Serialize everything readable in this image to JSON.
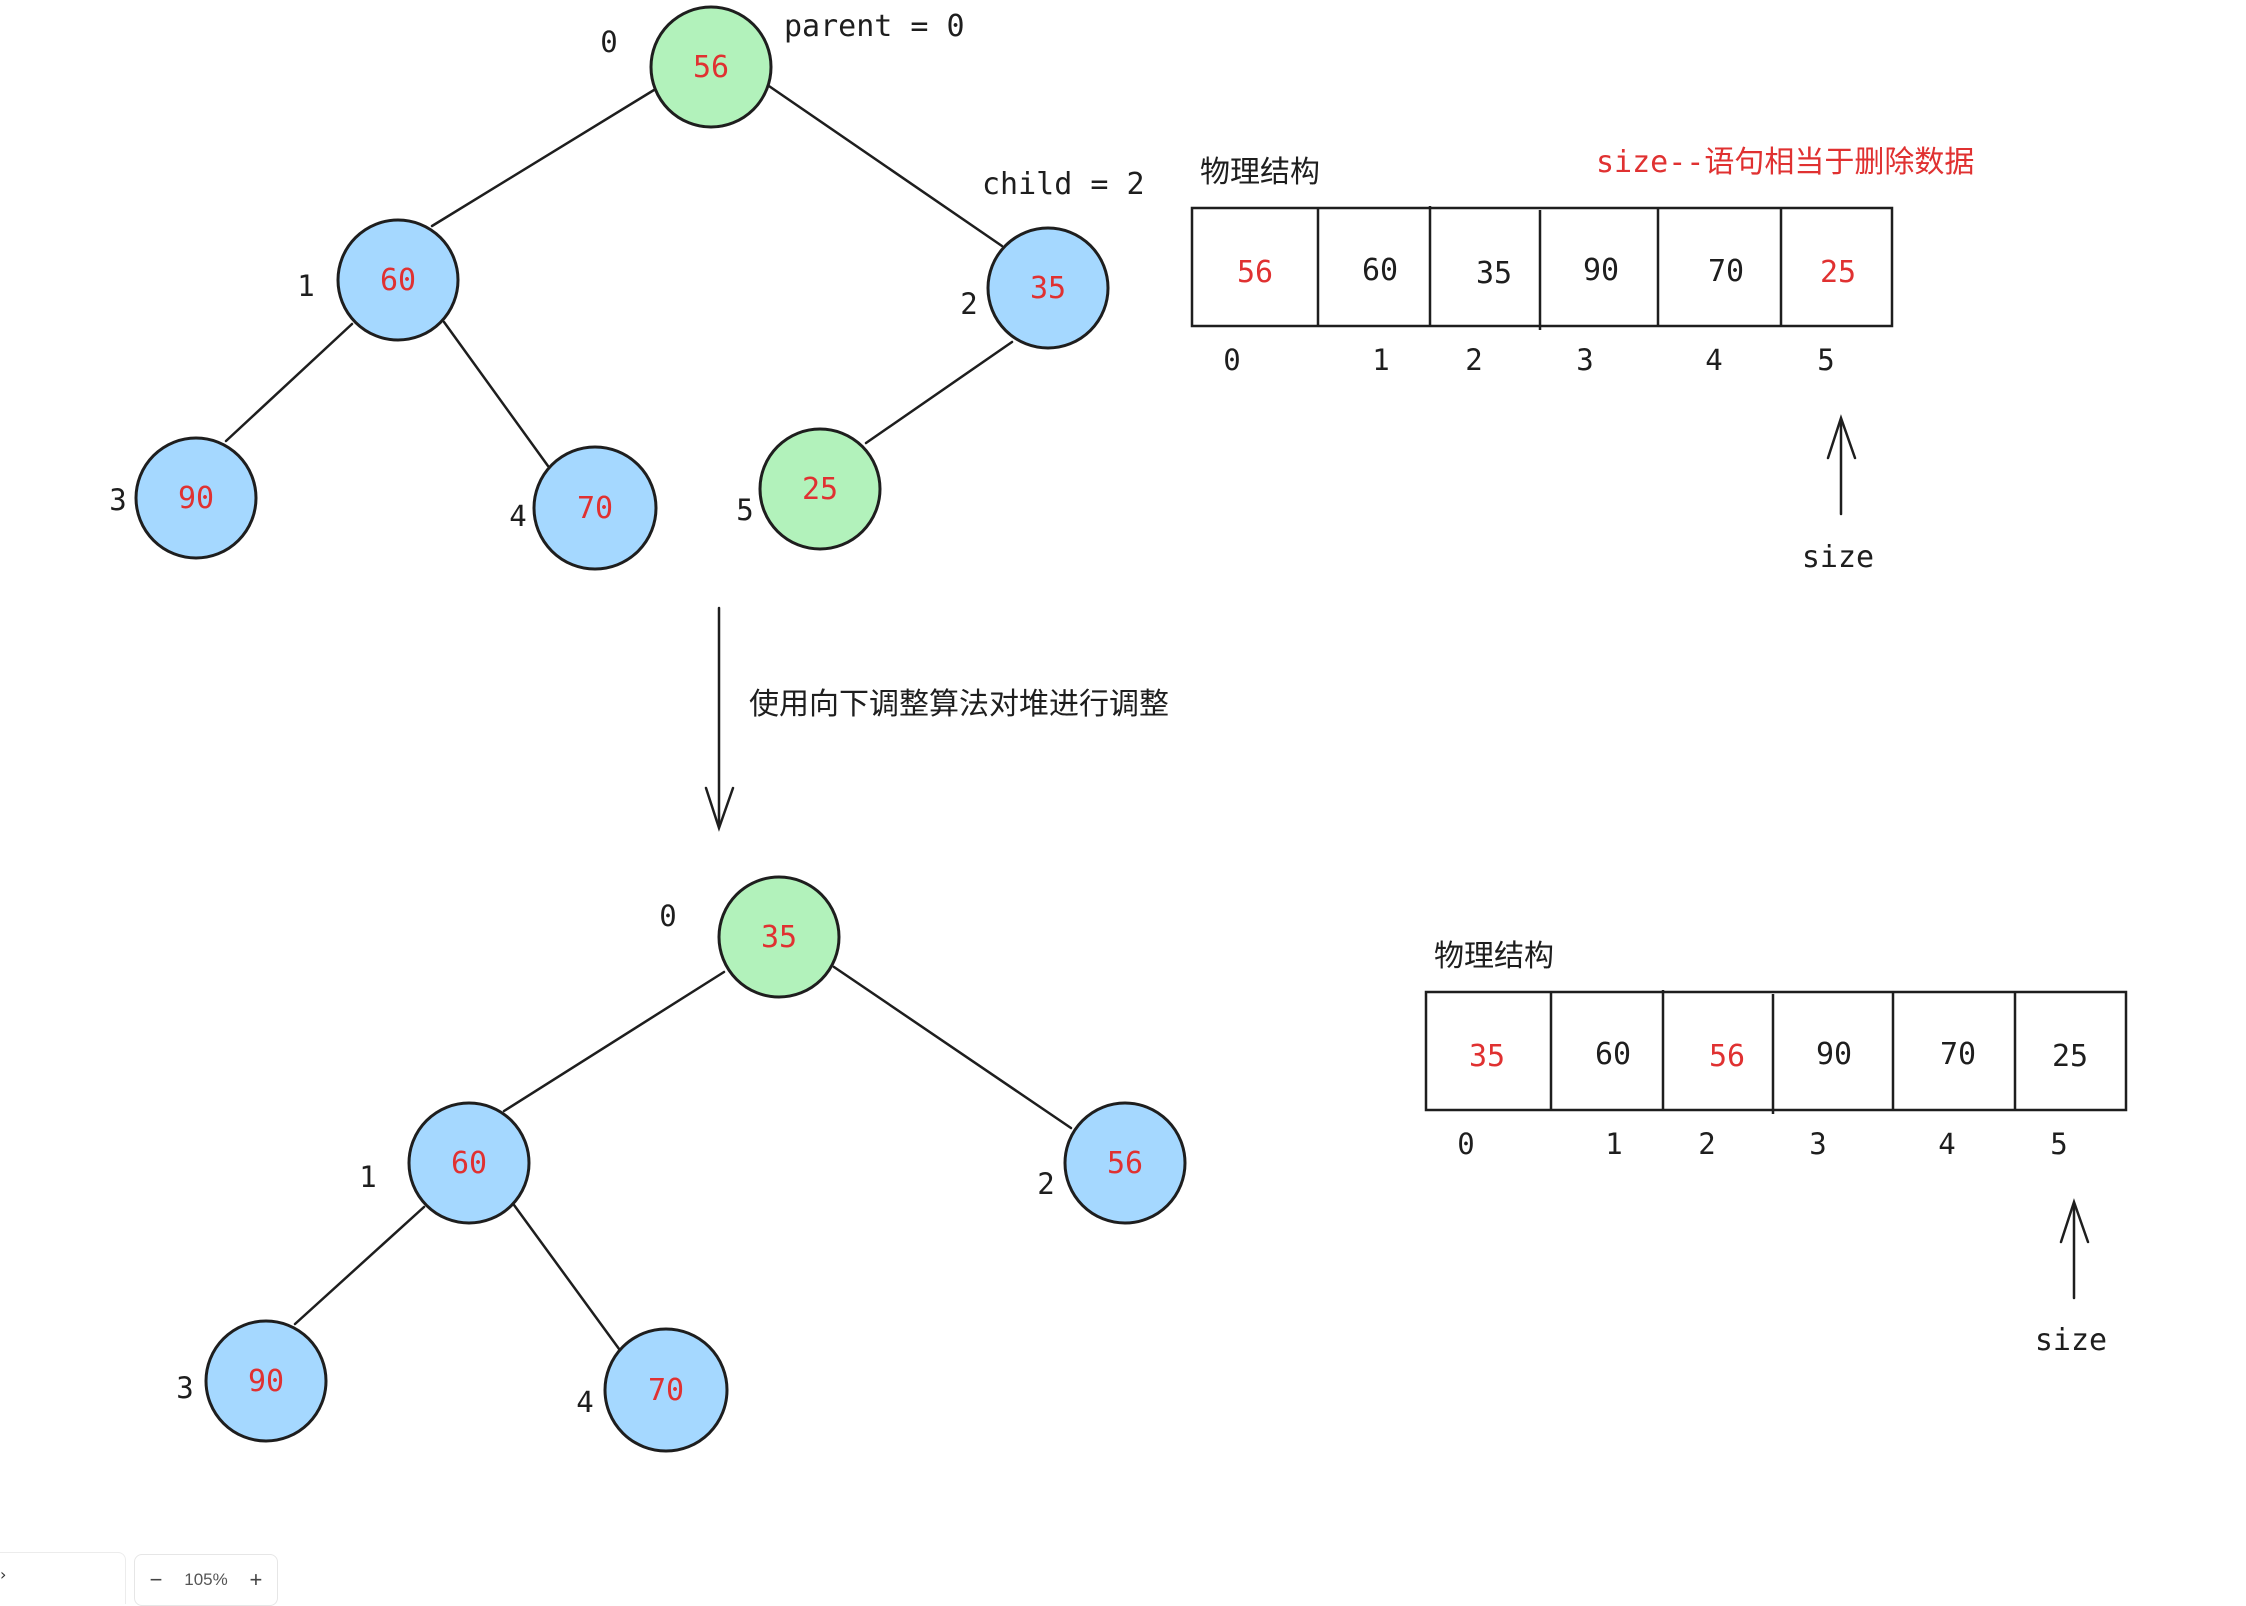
{
  "colors": {
    "green_fill": "#b2f2bb",
    "blue_fill": "#a5d8ff",
    "red_text": "#e03131",
    "stroke": "#1e1e1e"
  },
  "labels": {
    "parent_label": "parent = 0",
    "child_label": "child = 2",
    "physical_structure_top": "物理结构",
    "physical_structure_bottom": "物理结构",
    "size_note_prefix": "size--",
    "size_note_suffix": "语句相当于删除数据",
    "step_note": "使用向下调整算法对堆进行调整",
    "size_pointer_top": "size",
    "size_pointer_bottom": "size"
  },
  "top_tree": [
    {
      "index": "0",
      "value": "56",
      "fill": "green"
    },
    {
      "index": "1",
      "value": "60",
      "fill": "blue"
    },
    {
      "index": "2",
      "value": "35",
      "fill": "blue"
    },
    {
      "index": "3",
      "value": "90",
      "fill": "blue"
    },
    {
      "index": "4",
      "value": "70",
      "fill": "blue"
    },
    {
      "index": "5",
      "value": "25",
      "fill": "green"
    }
  ],
  "bottom_tree": [
    {
      "index": "0",
      "value": "35",
      "fill": "green"
    },
    {
      "index": "1",
      "value": "60",
      "fill": "blue"
    },
    {
      "index": "2",
      "value": "56",
      "fill": "blue"
    },
    {
      "index": "3",
      "value": "90",
      "fill": "blue"
    },
    {
      "index": "4",
      "value": "70",
      "fill": "blue"
    }
  ],
  "top_array": [
    {
      "value": "56",
      "red": true
    },
    {
      "value": "60",
      "red": false
    },
    {
      "value": "35",
      "red": false
    },
    {
      "value": "90",
      "red": false
    },
    {
      "value": "70",
      "red": false
    },
    {
      "value": "25",
      "red": true
    }
  ],
  "top_array_indices": [
    "0",
    "1",
    "2",
    "3",
    "4",
    "5"
  ],
  "bottom_array": [
    {
      "value": "35",
      "red": true
    },
    {
      "value": "60",
      "red": false
    },
    {
      "value": "56",
      "red": true
    },
    {
      "value": "90",
      "red": false
    },
    {
      "value": "70",
      "red": false
    },
    {
      "value": "25",
      "red": false
    }
  ],
  "bottom_array_indices": [
    "0",
    "1",
    "2",
    "3",
    "4",
    "5"
  ],
  "zoom": {
    "minus": "−",
    "value": "105%",
    "plus": "+"
  },
  "menu_stub_glyph": "›"
}
